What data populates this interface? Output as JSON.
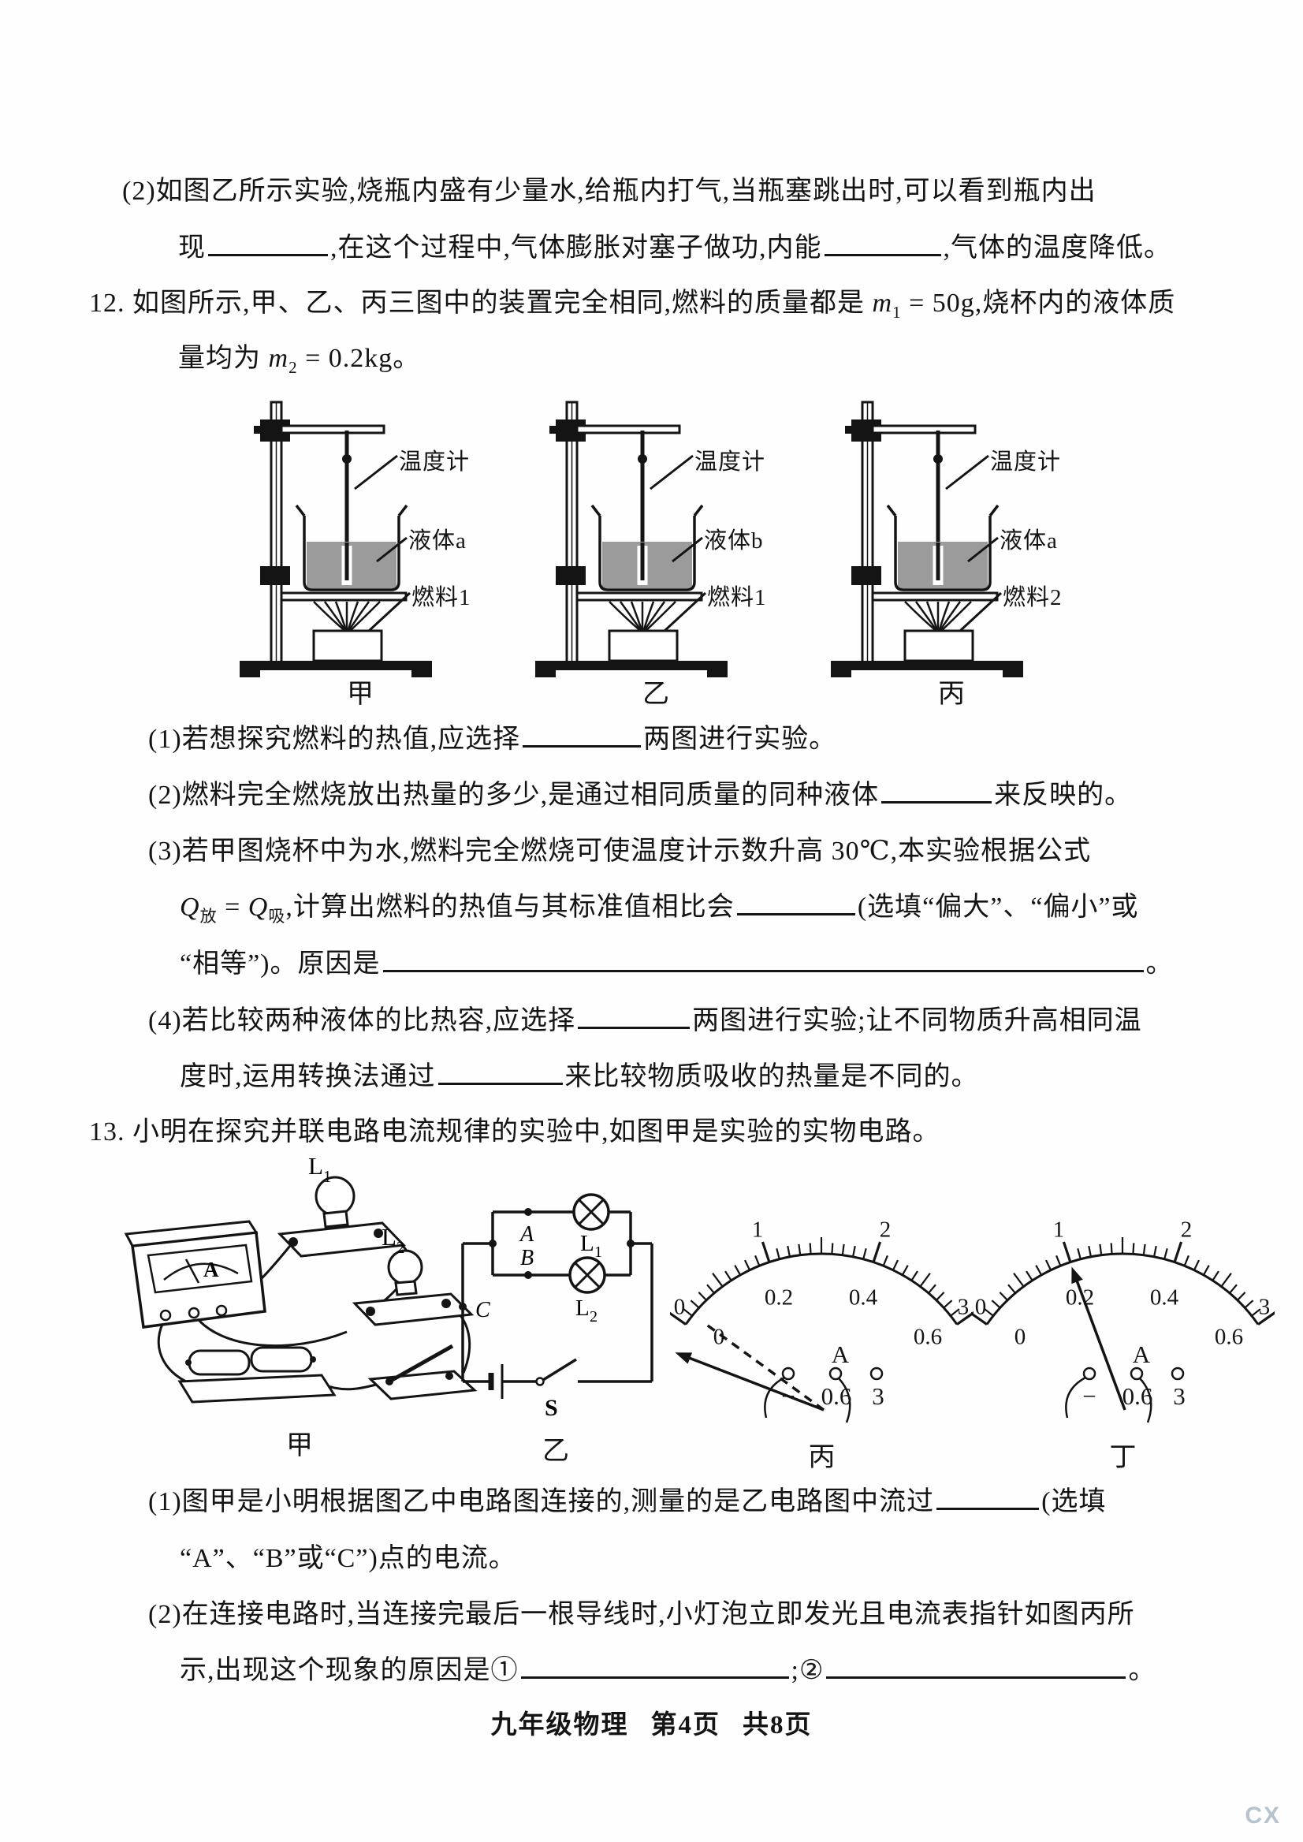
{
  "page": {
    "footer_course": "九年级物理",
    "footer_page": "第4页",
    "footer_total": "共8页",
    "watermark": "CX"
  },
  "q11": {
    "l1": "(2)如图乙所示实验,烧瓶内盛有少量水,给瓶内打气,当瓶塞跳出时,可以看到瓶内出",
    "l2a": "现",
    "l2b": ",在这个过程中,气体膨胀对塞子做功,内能",
    "l2c": ",气体的温度降低。"
  },
  "q12": {
    "intro_a": "12. 如图所示,甲、乙、丙三图中的装置完全相同,燃料的质量都是 ",
    "m1_sym": "m",
    "m1_sub": "1",
    "m1_rest": " = 50g,烧杯内的液体质",
    "intro2_a": "量均为 ",
    "m2_sym": "m",
    "m2_sub": "2",
    "m2_rest": " = 0.2kg。",
    "apparatus": [
      {
        "caption": "甲",
        "thermometer": "温度计",
        "liquid": "液体a",
        "fuel": "燃料1"
      },
      {
        "caption": "乙",
        "thermometer": "温度计",
        "liquid": "液体b",
        "fuel": "燃料1"
      },
      {
        "caption": "丙",
        "thermometer": "温度计",
        "liquid": "液体a",
        "fuel": "燃料2"
      }
    ],
    "sub1_a": "(1)若想探究燃料的热值,应选择",
    "sub1_b": "两图进行实验。",
    "sub2_a": "(2)燃料完全燃烧放出热量的多少,是通过相同质量的同种液体",
    "sub2_b": "来反映的。",
    "sub3_a": "(3)若甲图烧杯中为水,燃料完全燃烧可使温度计示数升高 30℃,本实验根据公式",
    "q_sym1": "Q",
    "q_sub1": "放",
    "q_mid": " = ",
    "q_sym2": "Q",
    "q_sub2": "吸",
    "sub3_b": ",计算出燃料的热值与其标准值相比会",
    "sub3_c": "(选填“偏大”、“偏小”或",
    "sub3_d": "“相等”)。原因是",
    "sub3_e": "。",
    "sub4_a": "(4)若比较两种液体的比热容,应选择",
    "sub4_b": "两图进行实验;让不同物质升高相同温",
    "sub4_c": "度时,运用转换法通过",
    "sub4_d": "来比较物质吸收的热量是不同的。"
  },
  "q13": {
    "intro": "13. 小明在探究并联电路电流规律的实验中,如图甲是实验的实物电路。",
    "fig_jia": {
      "caption": "甲",
      "meter": "A",
      "l1": "L",
      "l1s": "1",
      "l2": "L",
      "l2s": "2"
    },
    "fig_yi": {
      "caption": "乙",
      "a": "A",
      "b": "B",
      "c": "C",
      "s": "S",
      "l1": "L",
      "l1s": "1",
      "l2": "L",
      "l2s": "2"
    },
    "dials": [
      {
        "caption": "丙",
        "unit": "A",
        "outer": [
          "0",
          "1",
          "2",
          "3"
        ],
        "inner": [
          "0",
          "0.2",
          "0.4",
          "0.6"
        ],
        "terminals": [
          "−",
          "0.6",
          "3"
        ],
        "needle": -0.28,
        "dashed_needle": 0.12
      },
      {
        "caption": "丁",
        "unit": "A",
        "outer": [
          "0",
          "1",
          "2",
          "3"
        ],
        "inner": [
          "0",
          "0.2",
          "0.4",
          "0.6"
        ],
        "terminals": [
          "−",
          "0.6",
          "3"
        ],
        "needle": 1.0,
        "dashed_needle": null
      }
    ],
    "sub1_a": "(1)图甲是小明根据图乙中电路图连接的,测量的是乙电路图中流过",
    "sub1_b": "(选填",
    "sub1_c": "“A”、“B”或“C”)点的电流。",
    "sub2_a": "(2)在连接电路时,当连接完最后一根导线时,小灯泡立即发光且电流表指针如图丙所",
    "sub2_b": "示,出现这个现象的原因是①",
    "sub2_c": ";②",
    "sub2_d": "。"
  }
}
